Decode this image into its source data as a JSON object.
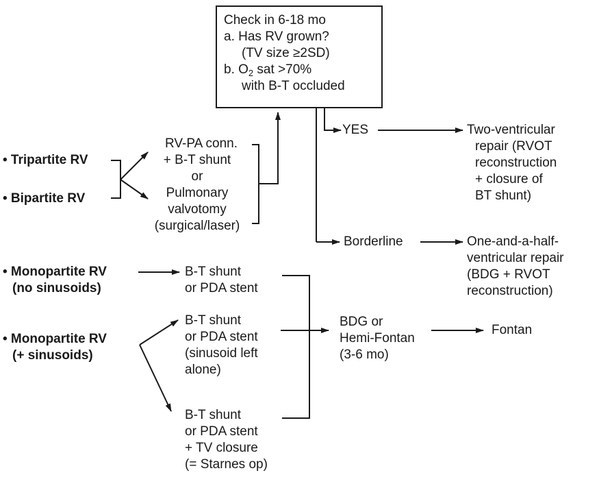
{
  "check_box": {
    "line1": "Check in 6-18 mo",
    "line2": "a. Has RV grown?",
    "line3": "(TV size ≥2SD)",
    "line4_prefix": "b. O",
    "line4_sub": "2",
    "line4_suffix": " sat >70%",
    "line5": "with B-T occluded"
  },
  "left_inputs": {
    "tripartite": "• Tripartite RV",
    "bipartite": "• Bipartite RV",
    "mono_no_sinus_1": "• Monopartite RV",
    "mono_no_sinus_2": "(no sinusoids)",
    "mono_sinus_1": "• Monopartite RV",
    "mono_sinus_2": "(+ sinusoids)"
  },
  "procedures": {
    "rvpa": [
      "RV-PA conn.",
      "+ B-T shunt",
      "or",
      "Pulmonary",
      "valvotomy",
      "(surgical/laser)"
    ],
    "bt_shunt_a": [
      "B-T shunt",
      "or PDA stent"
    ],
    "bt_shunt_b": [
      "B-T shunt",
      "or PDA stent",
      "(sinusoid left",
      "alone)"
    ],
    "bt_shunt_c": [
      "B-T shunt",
      "or PDA stent",
      "+ TV closure",
      "(= Starnes op)"
    ],
    "bdg": [
      "BDG or",
      "Hemi-Fontan",
      "(3-6 mo)"
    ]
  },
  "outcomes": {
    "yes": "YES",
    "borderline": "Borderline",
    "two_ventricular": [
      "Two-ventricular",
      "repair (RVOT",
      "reconstruction",
      "+ closure of",
      "BT shunt)"
    ],
    "one_and_half": [
      "One-and-a-half-",
      "ventricular repair",
      "(BDG + RVOT",
      "reconstruction)"
    ],
    "fontan": "Fontan"
  }
}
